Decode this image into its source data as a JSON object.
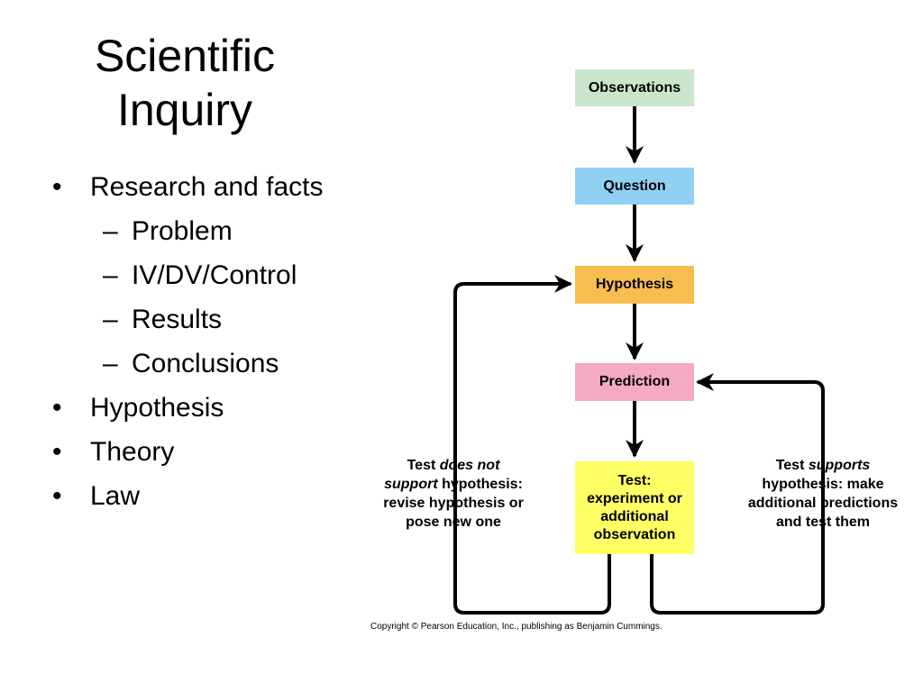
{
  "slide": {
    "title_line1": "Scientific",
    "title_line2": "Inquiry",
    "bullets": [
      {
        "marker": "•",
        "text": "Research and facts",
        "level": 1
      },
      {
        "marker": "–",
        "text": "Problem",
        "level": 2
      },
      {
        "marker": "–",
        "text": "IV/DV/Control",
        "level": 2
      },
      {
        "marker": "–",
        "text": "Results",
        "level": 2
      },
      {
        "marker": "–",
        "text": "Conclusions",
        "level": 2
      },
      {
        "marker": "•",
        "text": "Hypothesis",
        "level": 1
      },
      {
        "marker": "•",
        "text": "Theory",
        "level": 1
      },
      {
        "marker": "•",
        "text": "Law",
        "level": 1
      }
    ]
  },
  "diagram": {
    "boxes": {
      "observations": {
        "label": "Observations",
        "color": "#cce6cc"
      },
      "question": {
        "label": "Question",
        "color": "#8fd0f3"
      },
      "hypothesis": {
        "label": "Hypothesis",
        "color": "#f7bd4f"
      },
      "prediction": {
        "label": "Prediction",
        "color": "#f5a9c2"
      },
      "test": {
        "line1": "Test:",
        "line2": "experiment or",
        "line3": "additional",
        "line4": "observation",
        "color": "#ffff66"
      }
    },
    "left_annotation": {
      "l1_a": "Test ",
      "l1_b": "does not",
      "l2_a": "support",
      "l2_b": " hypothesis:",
      "l3": "revise hypothesis or",
      "l4": "pose new one"
    },
    "right_annotation": {
      "l1_a": "Test ",
      "l1_b": "supports",
      "l2": "hypothesis: make",
      "l3": "additional predictions",
      "l4": "and test them"
    },
    "copyright": "Copyright © Pearson Education, Inc., publishing as Benjamin Cummings."
  }
}
